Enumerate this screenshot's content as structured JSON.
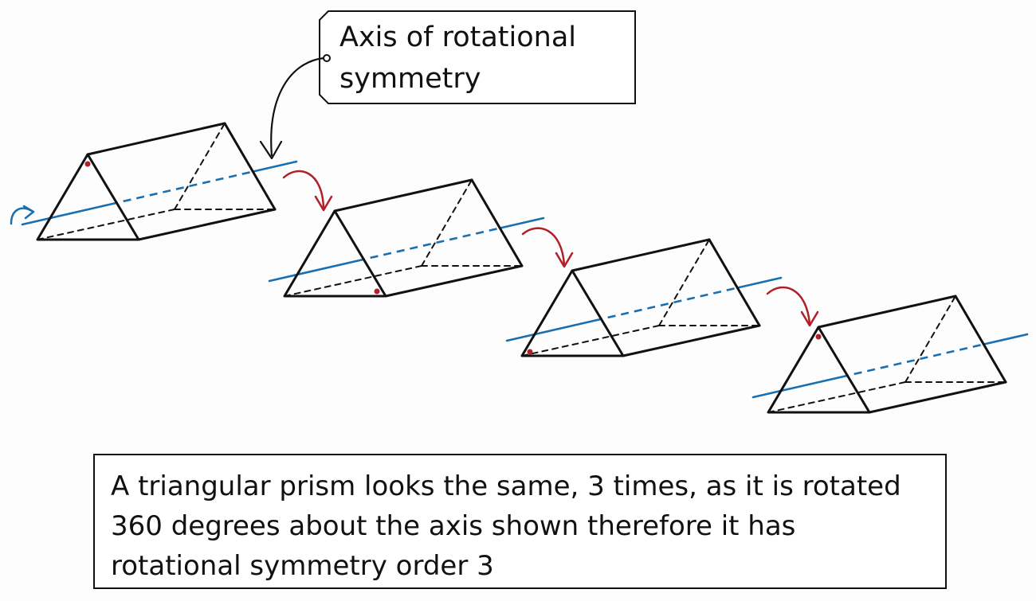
{
  "callout": {
    "line1": "Axis of rotational",
    "line2": "symmetry"
  },
  "caption": {
    "text": "A triangular prism looks the same, 3 times, as it is rotated 360 degrees about the axis shown therefore it has rotational symmetry order 3"
  },
  "prisms": [
    {
      "marker_vertex": "top"
    },
    {
      "marker_vertex": "bottom-right"
    },
    {
      "marker_vertex": "bottom-left"
    },
    {
      "marker_vertex": "top"
    }
  ],
  "colors": {
    "axis": "#1a6fb0",
    "rotation_arrow": "#b02028",
    "vertex_marker": "#b02028",
    "outline": "#111111"
  }
}
